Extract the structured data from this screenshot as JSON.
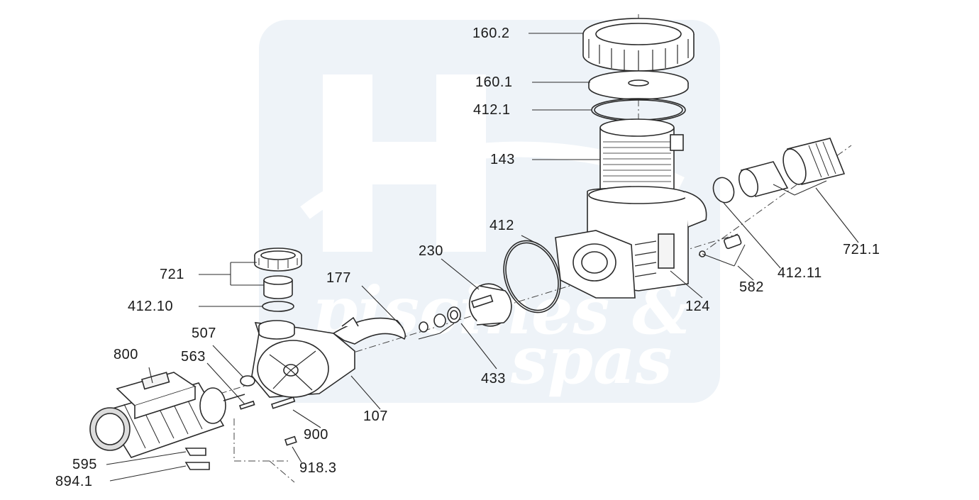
{
  "watermark": {
    "brand_line1": "piscines &",
    "brand_line2": "spas",
    "color": "#dfe7f0"
  },
  "parts": [
    {
      "id": "p-160-2",
      "text": "160.2"
    },
    {
      "id": "p-160-1",
      "text": "160.1"
    },
    {
      "id": "p-412-1",
      "text": "412.1"
    },
    {
      "id": "p-143",
      "text": "143"
    },
    {
      "id": "p-721-1",
      "text": "721.1"
    },
    {
      "id": "p-412",
      "text": "412"
    },
    {
      "id": "p-230",
      "text": "230"
    },
    {
      "id": "p-721",
      "text": "721"
    },
    {
      "id": "p-177",
      "text": "177"
    },
    {
      "id": "p-412-10",
      "text": "412.10"
    },
    {
      "id": "p-582",
      "text": "582"
    },
    {
      "id": "p-412-11",
      "text": "412.11"
    },
    {
      "id": "p-124",
      "text": "124"
    },
    {
      "id": "p-507",
      "text": "507"
    },
    {
      "id": "p-800",
      "text": "800"
    },
    {
      "id": "p-563",
      "text": "563"
    },
    {
      "id": "p-433",
      "text": "433"
    },
    {
      "id": "p-107",
      "text": "107"
    },
    {
      "id": "p-900",
      "text": "900"
    },
    {
      "id": "p-595",
      "text": "595"
    },
    {
      "id": "p-918-3",
      "text": "918.3"
    },
    {
      "id": "p-894-1",
      "text": "894.1"
    }
  ],
  "colors": {
    "line": "#2a2a2a",
    "part_fill": "#ffffff",
    "shade": "#8a8a8a"
  }
}
